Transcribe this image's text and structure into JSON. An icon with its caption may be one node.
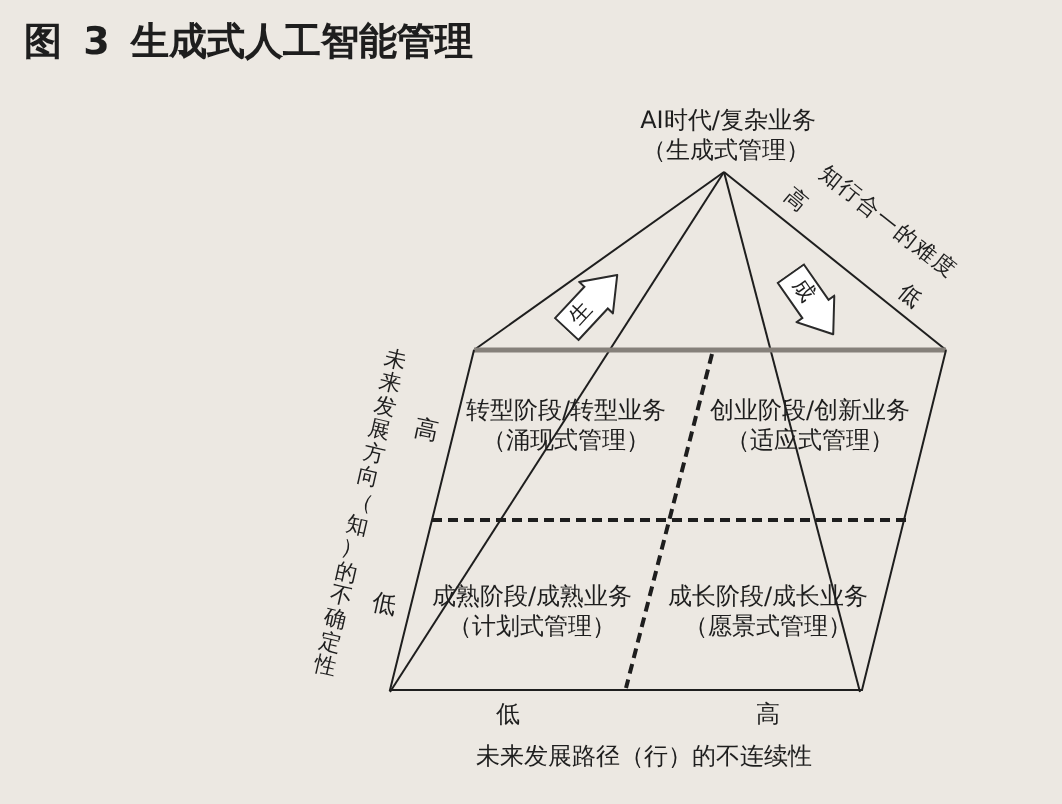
{
  "diagram": {
    "title": "图 3 生成式人工智能管理",
    "nodes": [
      {
        "text": [
          "生"
        ]
      },
      {
        "text": [
          "成"
        ]
      },
      {
        "text": [],
        "shape": "parallelogram"
      },
      {
        "text": [
          "转型阶段/转型业务",
          "（涌现式管理）"
        ],
        "in": 2
      },
      {
        "text": [
          "创业阶段/创新业务",
          "（适应式管理）"
        ],
        "in": 2
      },
      {
        "text": [
          "成熟阶段/成熟业务",
          "（计划式管理）"
        ],
        "in": 2
      },
      {
        "text": [
          "成长阶段/成长业务",
          "（愿景式管理）"
        ],
        "in": 2
      }
    ],
    "labels": [
      "AI时代/复杂业务",
      "（生成式管理）",
      "高",
      "知行合一的难度",
      "低",
      "未来发展方向（知）的不确定性",
      "高",
      "低",
      "低",
      "高",
      "未来发展路径（行）的不连续性"
    ]
  }
}
